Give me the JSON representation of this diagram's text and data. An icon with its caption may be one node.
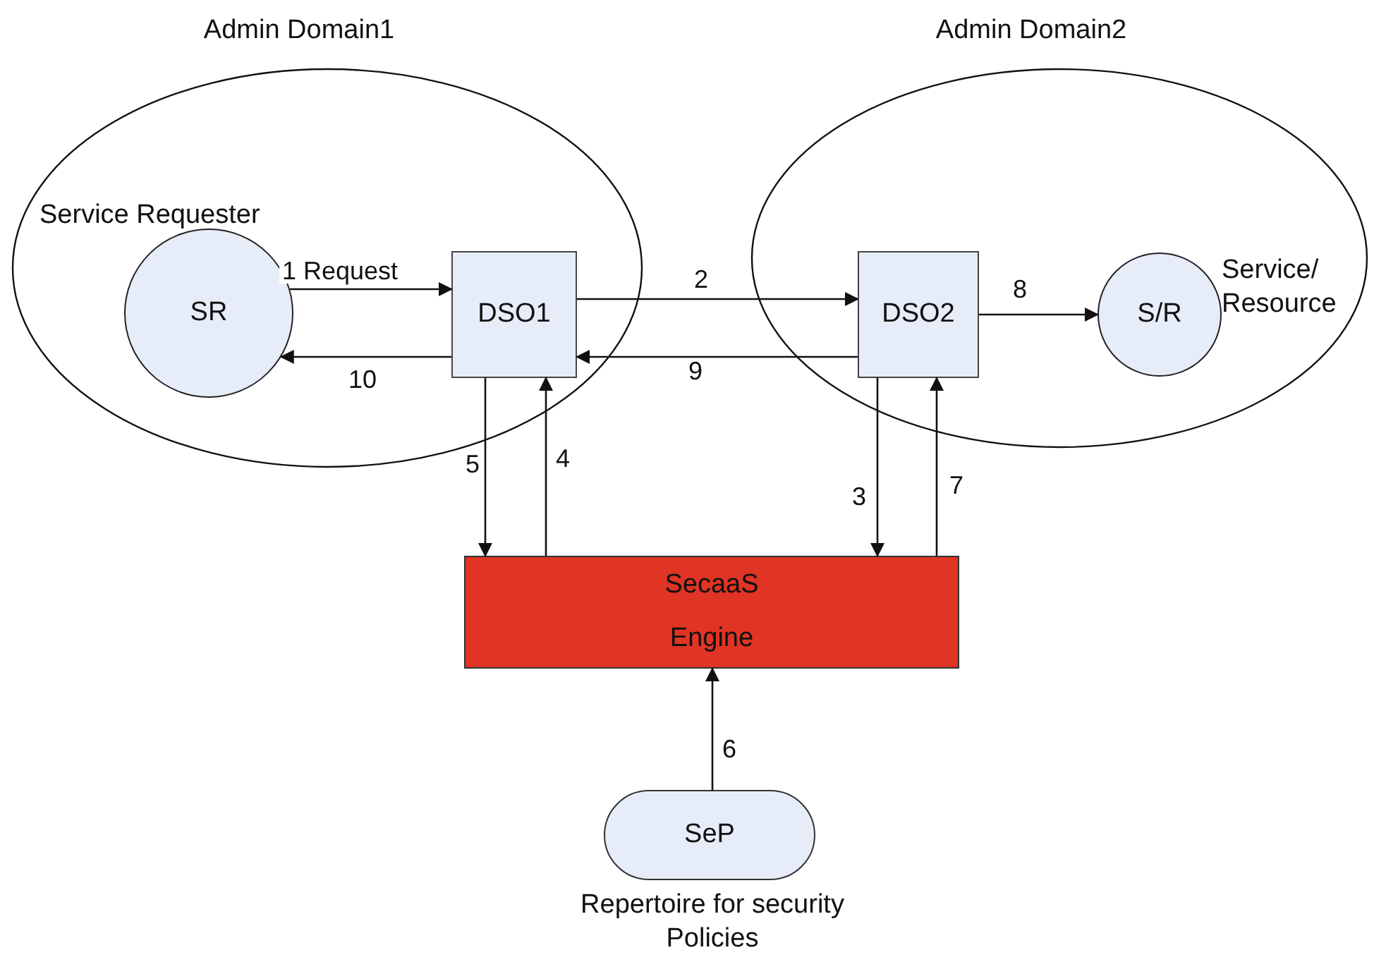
{
  "diagram": {
    "nodes": [
      {
        "text": [
          "Admin Domain1"
        ]
      },
      {
        "text": [
          "SR"
        ],
        "in": 0,
        "beside": [
          "Service Requester"
        ]
      },
      {
        "text": [
          "DSO1"
        ],
        "in": 0
      },
      {
        "text": [
          "Admin Domain2"
        ]
      },
      {
        "text": [
          "DSO2"
        ],
        "in": 3
      },
      {
        "text": [
          "S/R"
        ],
        "in": 3,
        "beside": [
          "Service/ Resource"
        ]
      },
      {
        "text": [
          "SecaaS Engine"
        ]
      },
      {
        "text": [
          "SeP"
        ],
        "beside": [
          "Repertoire for security Policies"
        ]
      }
    ],
    "edges": [
      {
        "from": 1,
        "to": 2,
        "arrow": "to",
        "label": "1 Request"
      },
      {
        "from": 2,
        "to": 4,
        "arrow": "to",
        "label": "2"
      },
      {
        "from": 4,
        "to": 6,
        "arrow": "to",
        "label": "3"
      },
      {
        "from": 6,
        "to": 2,
        "arrow": "to",
        "label": "4"
      },
      {
        "from": 2,
        "to": 6,
        "arrow": "to",
        "label": "5"
      },
      {
        "from": 7,
        "to": 6,
        "arrow": "to",
        "label": "6"
      },
      {
        "from": 6,
        "to": 4,
        "arrow": "to",
        "label": "7"
      },
      {
        "from": 4,
        "to": 5,
        "arrow": "to",
        "label": "8"
      },
      {
        "from": 4,
        "to": 2,
        "arrow": "to",
        "label": "9"
      },
      {
        "from": 2,
        "to": 1,
        "arrow": "to",
        "label": "10"
      }
    ]
  }
}
